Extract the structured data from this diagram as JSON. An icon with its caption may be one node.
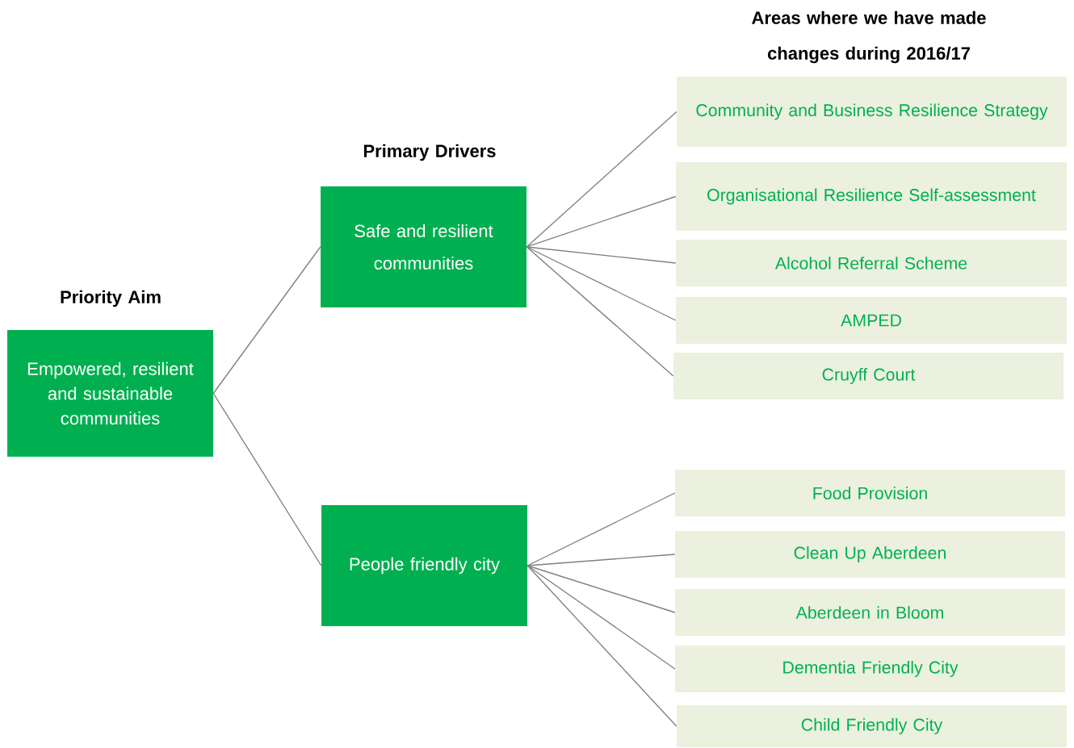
{
  "diagram": {
    "nodes": [
      {
        "text": [
          "Empowered, resilient and sustainable communities"
        ]
      },
      {
        "text": [
          "Safe and resilient communities"
        ]
      },
      {
        "text": [
          "People friendly city"
        ]
      },
      {
        "text": [
          "Community and Business Resilience Strategy"
        ]
      },
      {
        "text": [
          "Organisational Resilience Self-assessment"
        ]
      },
      {
        "text": [
          "Alcohol Referral Scheme"
        ]
      },
      {
        "text": [
          "AMPED"
        ]
      },
      {
        "text": [
          "Cruyff Court"
        ]
      },
      {
        "text": [
          "Food Provision"
        ]
      },
      {
        "text": [
          "Clean Up Aberdeen"
        ]
      },
      {
        "text": [
          "Aberdeen in Bloom"
        ]
      },
      {
        "text": [
          "Dementia Friendly City"
        ]
      },
      {
        "text": [
          "Child Friendly City"
        ]
      }
    ],
    "edges": [
      {
        "from": 0,
        "to": 1,
        "arrow": "none"
      },
      {
        "from": 0,
        "to": 2,
        "arrow": "none"
      },
      {
        "from": 1,
        "to": 3,
        "arrow": "none"
      },
      {
        "from": 1,
        "to": 4,
        "arrow": "none"
      },
      {
        "from": 1,
        "to": 5,
        "arrow": "none"
      },
      {
        "from": 1,
        "to": 6,
        "arrow": "none"
      },
      {
        "from": 1,
        "to": 7,
        "arrow": "none"
      },
      {
        "from": 2,
        "to": 8,
        "arrow": "none"
      },
      {
        "from": 2,
        "to": 9,
        "arrow": "none"
      },
      {
        "from": 2,
        "to": 10,
        "arrow": "none"
      },
      {
        "from": 2,
        "to": 11,
        "arrow": "none"
      },
      {
        "from": 2,
        "to": 12,
        "arrow": "none"
      }
    ],
    "labels": [
      "Areas where we have made changes during 2016/17",
      "Primary Drivers",
      "Priority Aim"
    ]
  }
}
